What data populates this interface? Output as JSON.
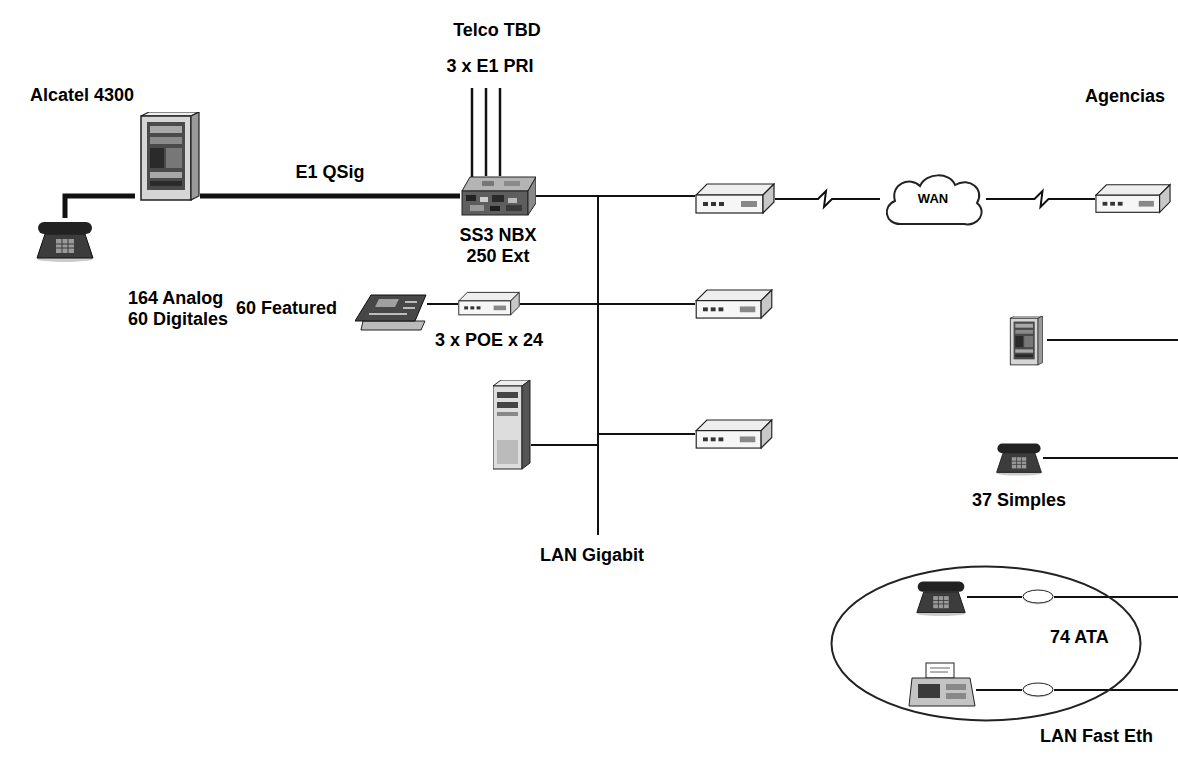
{
  "diagram": {
    "nodes": [
      {
        "text": [
          "Alcatel 4300"
        ]
      },
      {
        "text": [
          "164 Analog 60 Digitales"
        ]
      },
      {
        "text": [
          "SS3 NBX 250 Ext"
        ]
      },
      {
        "text": [
          "WAN"
        ]
      },
      {
        "text": [
          "Agencias"
        ]
      },
      {
        "text": [
          "60 Featured"
        ]
      },
      {
        "text": [
          "3 x POE x 24"
        ]
      },
      {
        "text": [
          "37 Simples"
        ]
      },
      {
        "text": [
          "74 ATA"
        ]
      }
    ],
    "edges": [
      {
        "from": 0,
        "to": 1,
        "arrow": "none"
      },
      {
        "from": 0,
        "to": 2,
        "label": "E1 QSig",
        "arrow": "none"
      },
      {
        "from": 3,
        "to": 4,
        "arrow": "none"
      },
      {
        "from": 2,
        "to": 6,
        "arrow": "none"
      },
      {
        "from": 6,
        "to": 5,
        "arrow": "none"
      }
    ],
    "labels": [
      "Telco TBD",
      "3 x E1 PRI",
      "LAN Gigabit",
      "LAN Fast Eth"
    ]
  }
}
